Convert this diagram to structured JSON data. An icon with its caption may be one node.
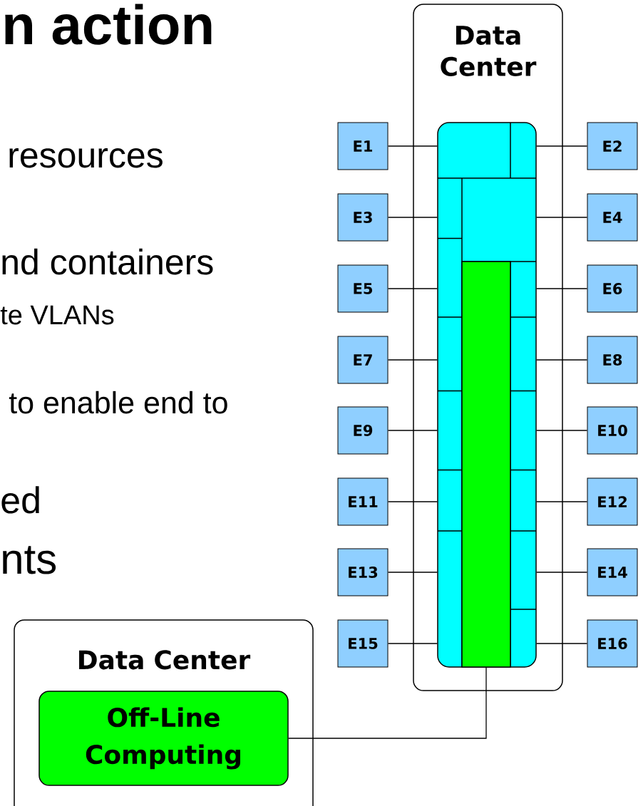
{
  "diagram": {
    "title": "n action",
    "nodes": [
      {
        "text": [
          "Data Center"
        ]
      },
      {
        "text": [],
        "shape": "box",
        "in": 0
      },
      {
        "text": [],
        "shape": "bar",
        "in": 1
      },
      {
        "text": [
          "E1"
        ]
      },
      {
        "text": [
          "E2"
        ]
      },
      {
        "text": [
          "E3"
        ]
      },
      {
        "text": [
          "E4"
        ]
      },
      {
        "text": [
          "E5"
        ]
      },
      {
        "text": [
          "E6"
        ]
      },
      {
        "text": [
          "E7"
        ]
      },
      {
        "text": [
          "E8"
        ]
      },
      {
        "text": [
          "E9"
        ]
      },
      {
        "text": [
          "E10"
        ]
      },
      {
        "text": [
          "E11"
        ]
      },
      {
        "text": [
          "E12"
        ]
      },
      {
        "text": [
          "E13"
        ]
      },
      {
        "text": [
          "E14"
        ]
      },
      {
        "text": [
          "E15"
        ]
      },
      {
        "text": [
          "E16"
        ]
      },
      {
        "text": [
          "Data Center"
        ]
      },
      {
        "text": [
          "Off-Line Computing"
        ],
        "in": 19
      }
    ],
    "edges": [
      {
        "from": 3,
        "to": 1,
        "arrow": "none"
      },
      {
        "from": 4,
        "to": 1,
        "arrow": "none"
      },
      {
        "from": 5,
        "to": 1,
        "arrow": "none"
      },
      {
        "from": 6,
        "to": 1,
        "arrow": "none"
      },
      {
        "from": 7,
        "to": 1,
        "arrow": "none"
      },
      {
        "from": 8,
        "to": 1,
        "arrow": "none"
      },
      {
        "from": 9,
        "to": 1,
        "arrow": "none"
      },
      {
        "from": 10,
        "to": 1,
        "arrow": "none"
      },
      {
        "from": 11,
        "to": 1,
        "arrow": "none"
      },
      {
        "from": 12,
        "to": 1,
        "arrow": "none"
      },
      {
        "from": 13,
        "to": 1,
        "arrow": "none"
      },
      {
        "from": 14,
        "to": 1,
        "arrow": "none"
      },
      {
        "from": 15,
        "to": 1,
        "arrow": "none"
      },
      {
        "from": 16,
        "to": 1,
        "arrow": "none"
      },
      {
        "from": 17,
        "to": 1,
        "arrow": "none"
      },
      {
        "from": 18,
        "to": 1,
        "arrow": "none"
      },
      {
        "from": 2,
        "to": 20,
        "arrow": "none"
      }
    ],
    "labels": [
      "resources",
      "nd containers",
      "te VLANs",
      "to enable end to",
      "ed",
      "nts"
    ]
  }
}
